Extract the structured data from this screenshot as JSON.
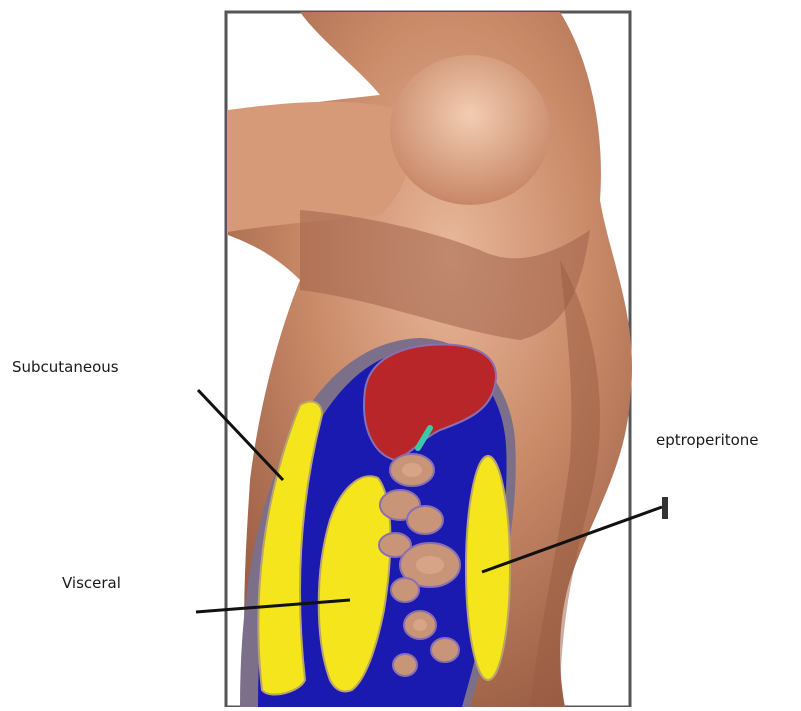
{
  "labels": {
    "subcutaneous": "Subcutaneous",
    "visceral": "Visceral",
    "retroperitoneal": "eptroperitone"
  },
  "colors": {
    "skin": "#c98a68",
    "fat": "#f4e51c",
    "cavity": "#1a1ab0",
    "liver": "#b8262a",
    "bowel": "#c89578",
    "frame": "#555555"
  }
}
